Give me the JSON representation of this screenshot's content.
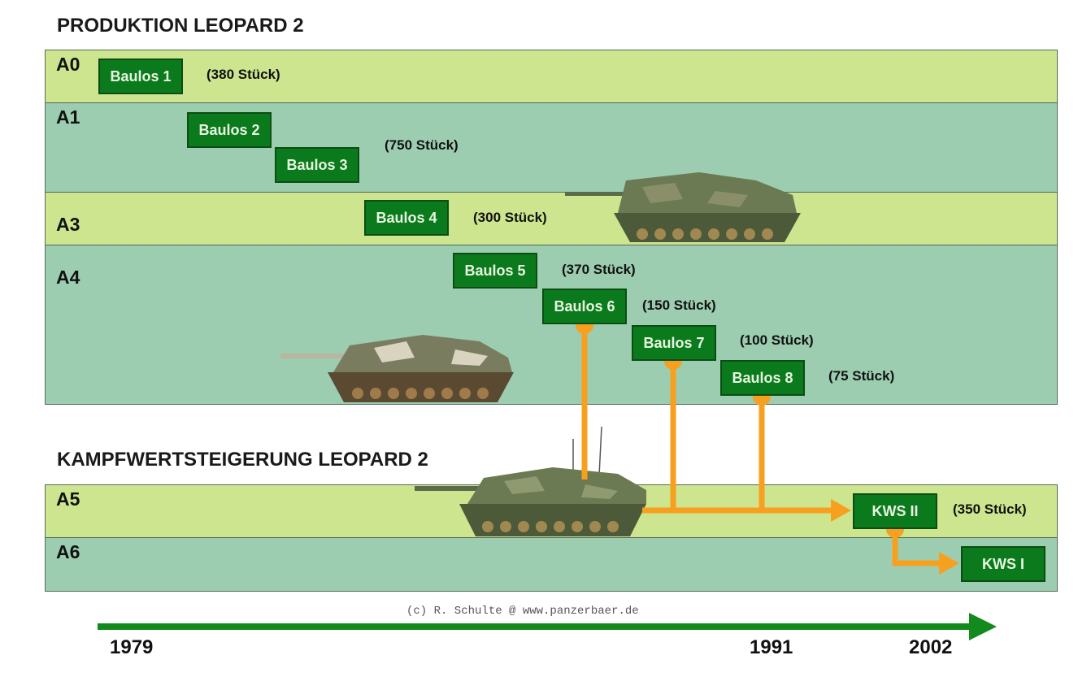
{
  "production_title": "PRODUKTION LEOPARD 2",
  "upgrade_title": "KAMPFWERTSTEIGERUNG LEOPARD 2",
  "rows": {
    "a0": "A0",
    "a1": "A1",
    "a3": "A3",
    "a4": "A4",
    "a5": "A5",
    "a6": "A6"
  },
  "batches": [
    "Baulos 1",
    "Baulos 2",
    "Baulos 3",
    "Baulos 4",
    "Baulos 5",
    "Baulos 6",
    "Baulos 7",
    "Baulos 8"
  ],
  "upgrades": [
    "KWS II",
    "KWS I"
  ],
  "counts": {
    "a0": "(380 Stück)",
    "a1": "(750 Stück)",
    "a3": "(300 Stück)",
    "b5": "(370 Stück)",
    "b6": "(150 Stück)",
    "b7": "(100 Stück)",
    "b8": "(75 Stück)",
    "kws2": "(350 Stück)"
  },
  "timeline": {
    "years": [
      "1979",
      "1991",
      "2002"
    ]
  },
  "copyright": "(c) R. Schulte @ www.panzerbaer.de",
  "colors": {
    "row_light": "#cde58e",
    "row_teal": "#9ccdb0",
    "box": "#0b7a1c",
    "arrow": "#f7a020",
    "timeline": "#138a1e"
  }
}
